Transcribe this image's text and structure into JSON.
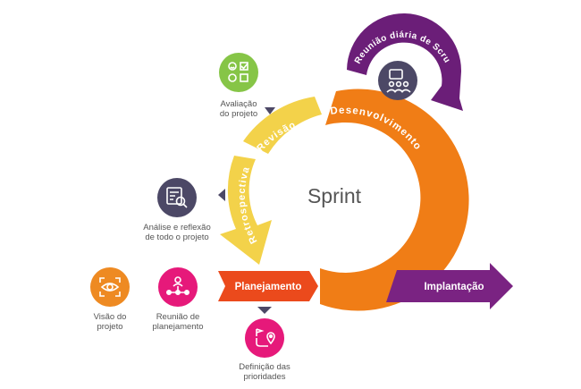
{
  "center_title": "Sprint",
  "phases": {
    "review": "Revisão",
    "retrospective": "Retrospectiva",
    "development": "Desenvolvimento",
    "daily_scrum": "Reunião diária de Scrum",
    "planning": "Planejamento",
    "deployment": "Implantação"
  },
  "captions": {
    "evaluation": "Avaliação\ndo projeto",
    "analysis": "Análise e reflexão\nde todo o projeto",
    "vision": "Visão do\nprojeto",
    "planning_meeting": "Reunião de\nplanejamento",
    "priorities": "Definição das\nprioridades"
  },
  "icons": {
    "evaluation": "evaluation-checklist-icon",
    "analysis": "analysis-magnifier-icon",
    "vision": "vision-eye-icon",
    "planning_meeting": "planning-meeting-network-icon",
    "priorities": "priorities-flag-route-icon",
    "daily_scrum": "daily-scrum-team-icon"
  },
  "colors": {
    "review_yellow": "#f3d24a",
    "development_orange": "#f07d16",
    "planning_red": "#eb4a1c",
    "deployment_purple": "#7a2382",
    "daily_purple": "#6b1e78",
    "dark_slate": "#4c4866",
    "green": "#86c547",
    "orange_icon": "#ee8a22",
    "magenta": "#e6197a",
    "center_text": "#555555"
  }
}
